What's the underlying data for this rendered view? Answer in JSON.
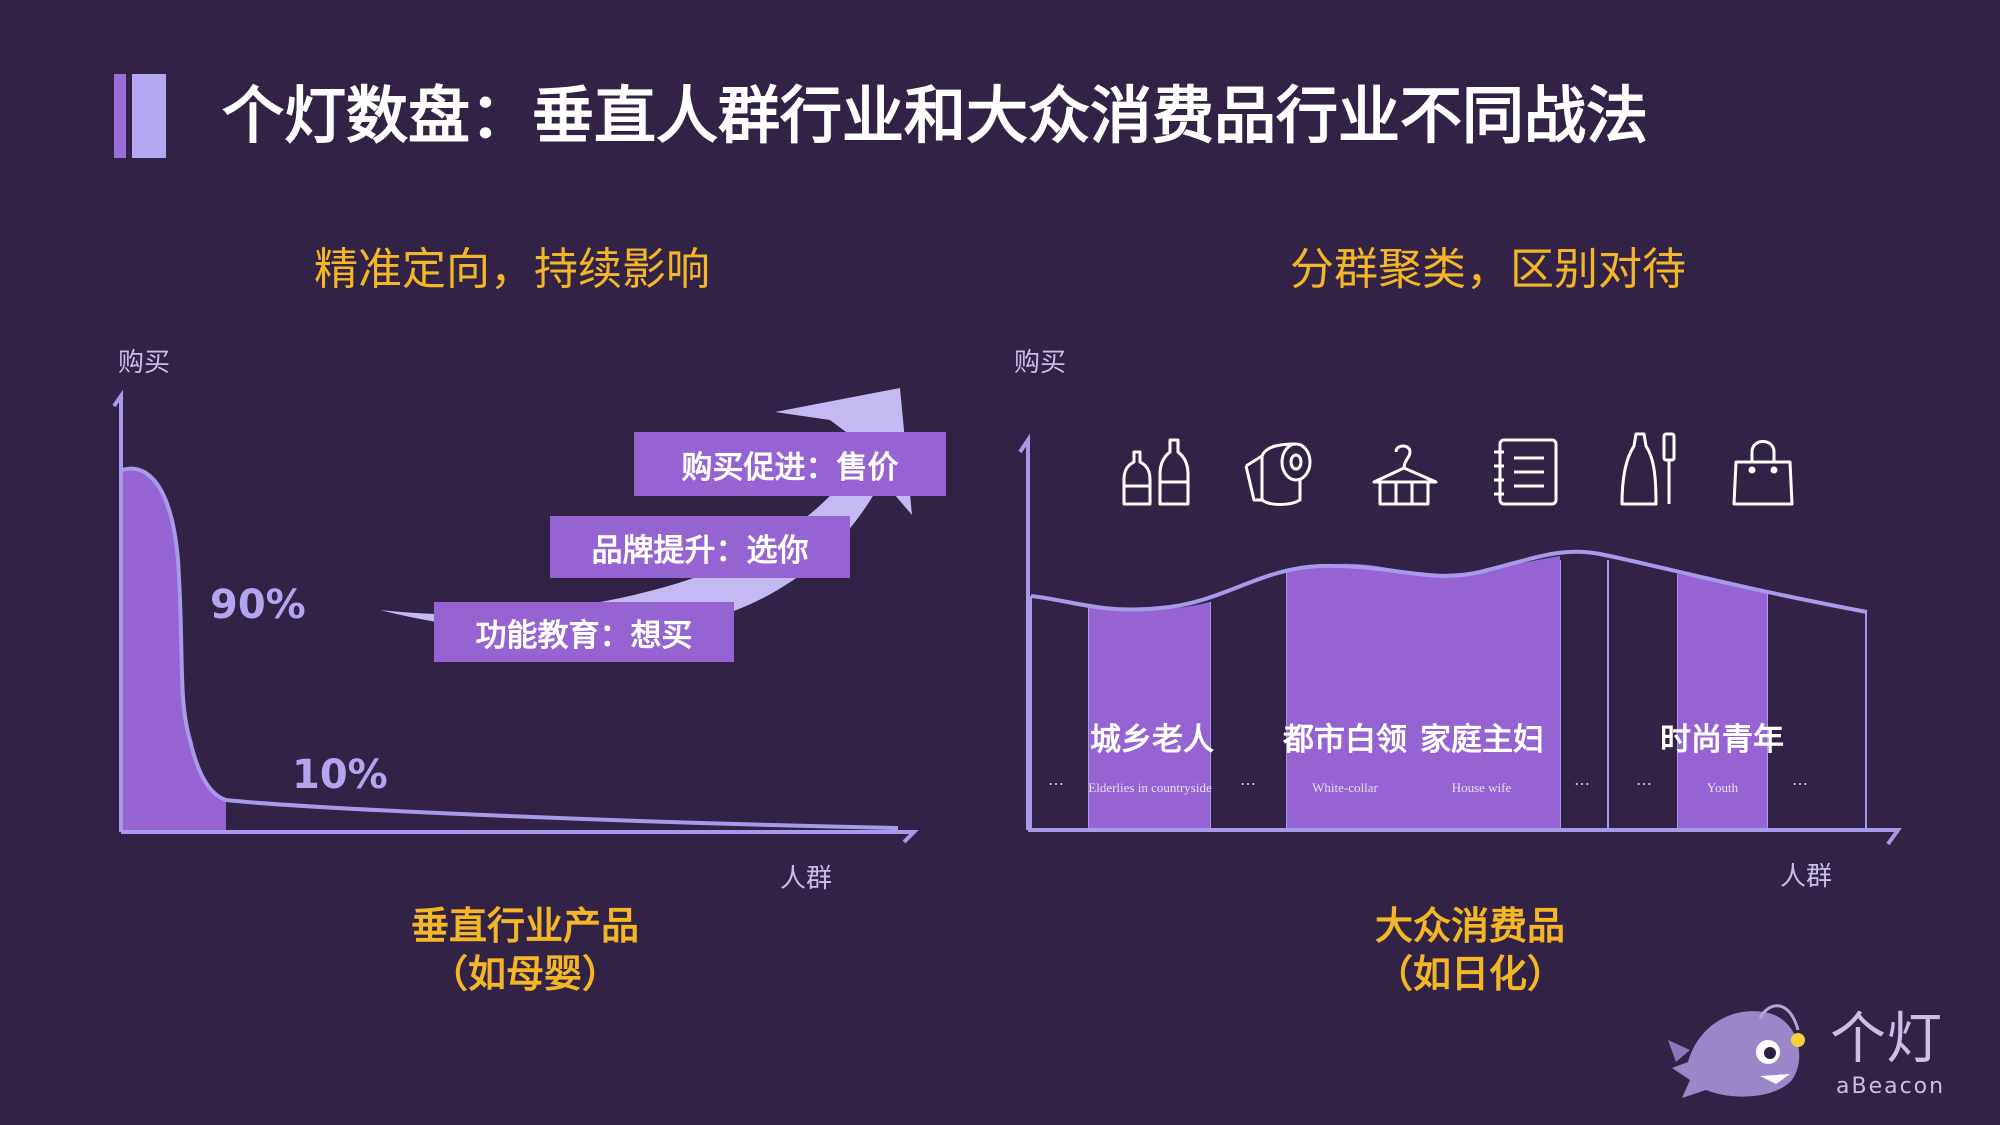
{
  "title": "个灯数盘：垂直人群行业和大众消费品行业不同战法",
  "left": {
    "subtitle": "精准定向，持续影响",
    "y_label": "购买",
    "x_label": "人群",
    "pct_high": "90%",
    "pct_low": "10%",
    "steps": [
      "功能教育：想买",
      "品牌提升：选你",
      "购买促进：售价"
    ],
    "caption_line1": "垂直行业产品",
    "caption_line2": "（如母婴）"
  },
  "right": {
    "subtitle": "分群聚类，区别对待",
    "y_label": "购买",
    "x_label": "人群",
    "icons": [
      "bottles-icon",
      "toilet-paper-icon",
      "hanger-icon",
      "notebook-icon",
      "toothpaste-brush-icon",
      "shopping-bag-icon"
    ],
    "groups": [
      {
        "zh": "城乡老人",
        "en": "Elderlies in countryside"
      },
      {
        "zh": "都市白领",
        "en": "White-collar"
      },
      {
        "zh": "家庭主妇",
        "en": "House wife"
      },
      {
        "zh": "时尚青年",
        "en": "Youth"
      }
    ],
    "ellipsis": "…",
    "caption_line1": "大众消费品",
    "caption_line2": "（如日化）"
  },
  "logo": {
    "zh": "个灯",
    "en": "aBeacon"
  },
  "colors": {
    "background": "#312246",
    "accent_purple": "#9563d2",
    "light_purple": "#b5a8f2",
    "yellow": "#f3b627"
  }
}
